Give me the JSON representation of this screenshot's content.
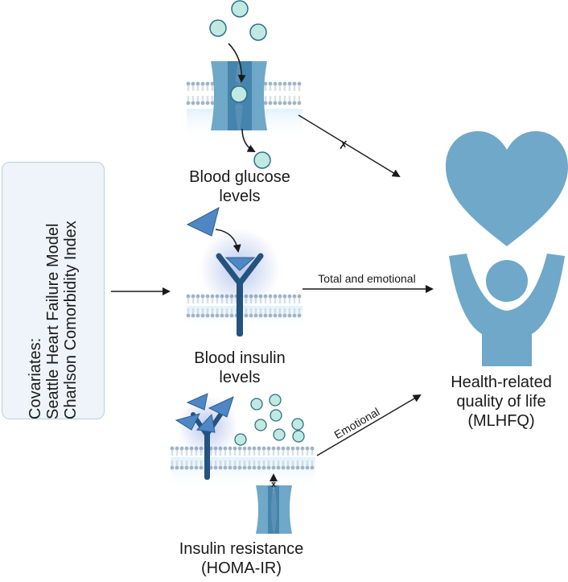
{
  "covariates": {
    "heading": "Covariates:",
    "items": [
      "Seattle Heart Failure Model",
      "Charlson Comorbidity Index"
    ]
  },
  "nodes": {
    "glucose": {
      "label_line1": "Blood glucose",
      "label_line2": "levels"
    },
    "insulin": {
      "label_line1": "Blood insulin",
      "label_line2": "levels"
    },
    "resistance": {
      "label_line1": "Insulin resistance",
      "label_line2": "(HOMA-IR)"
    },
    "outcome": {
      "label_line1": "Health-related",
      "label_line2": "quality of life",
      "label_line3": "(MLHFQ)"
    }
  },
  "edges": {
    "insulin_to_outcome": "Total and emotional",
    "resistance_to_outcome": "Emotional",
    "glucose_to_outcome_mark": "✗"
  },
  "colors": {
    "icon_blue": "#6fa8c8",
    "channel_dark": "#3d7ea8",
    "glucose_fill": "#bfe9e1",
    "receptor": "#25537f",
    "insulin_triangle": "#4f87c4",
    "membrane": "#9fb4c7"
  }
}
